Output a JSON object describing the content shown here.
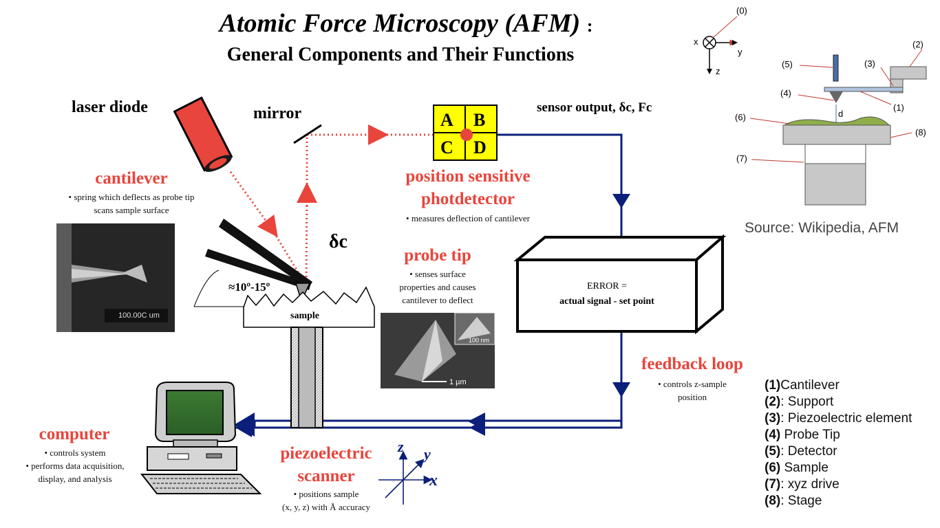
{
  "title": {
    "main": "Atomic Force Microscopy (AFM)",
    "colon": ":",
    "subtitle": "General Components and Their Functions"
  },
  "labels": {
    "laser_diode": "laser diode",
    "mirror": "mirror",
    "sensor_output": "sensor output, δc, Fc",
    "delta_c": "δc",
    "angle": "≈10º-15º",
    "sample": "sample",
    "error_line1": "ERROR =",
    "error_line2": "actual signal - set point"
  },
  "detector_quadrants": [
    "A",
    "B",
    "C",
    "D"
  ],
  "components": {
    "cantilever": {
      "name": "cantilever",
      "desc": [
        "• spring which deflects as probe tip",
        "scans sample surface"
      ],
      "photo_scale": "100.00C um"
    },
    "photodetector": {
      "name_line1": "position sensitive",
      "name_line2": "photdetector",
      "desc": [
        "• measures deflection of cantilever"
      ]
    },
    "probe_tip": {
      "name": "probe tip",
      "desc": [
        "• senses surface",
        "properties and causes",
        "cantilever to deflect"
      ],
      "scale_inset": "100 nm",
      "scale_main": "1 µm"
    },
    "feedback_loop": {
      "name": "feedback loop",
      "desc": [
        "• controls z-sample",
        "position"
      ]
    },
    "computer": {
      "name": "computer",
      "desc": [
        "• controls system",
        "• performs data acquisition,",
        "display, and analysis"
      ]
    },
    "piezo_scanner": {
      "name_line1": "piezoelectric",
      "name_line2": "scanner",
      "desc": [
        "• positions sample",
        "(x, y, z) with Å accuracy"
      ]
    }
  },
  "axes_main": {
    "x": "x",
    "y": "y",
    "z": "z"
  },
  "inset": {
    "axis_x": "x",
    "axis_y": "y",
    "axis_z": "z",
    "gap": "d",
    "markers": [
      "(0)",
      "(1)",
      "(2)",
      "(3)",
      "(4)",
      "(5)",
      "(6)",
      "(7)",
      "(8)"
    ],
    "source": "Source: Wikipedia, AFM"
  },
  "legend": [
    {
      "num": "(1)",
      "text": "Cantilever"
    },
    {
      "num": "(2)",
      "text": ": Support"
    },
    {
      "num": "(3)",
      "text": ": Piezoelectric element"
    },
    {
      "num": "(4)",
      "text": " Probe Tip"
    },
    {
      "num": "(5)",
      "text": ": Detector"
    },
    {
      "num": "(6)",
      "text": " Sample"
    },
    {
      "num": "(7)",
      "text": ": xyz drive"
    },
    {
      "num": "(8)",
      "text": ": Stage"
    }
  ],
  "colors": {
    "accent_red": "#e8453c",
    "loop_blue": "#0b1f7a",
    "detector_yellow": "#ffff00",
    "sample_green": "#8fae4a"
  }
}
